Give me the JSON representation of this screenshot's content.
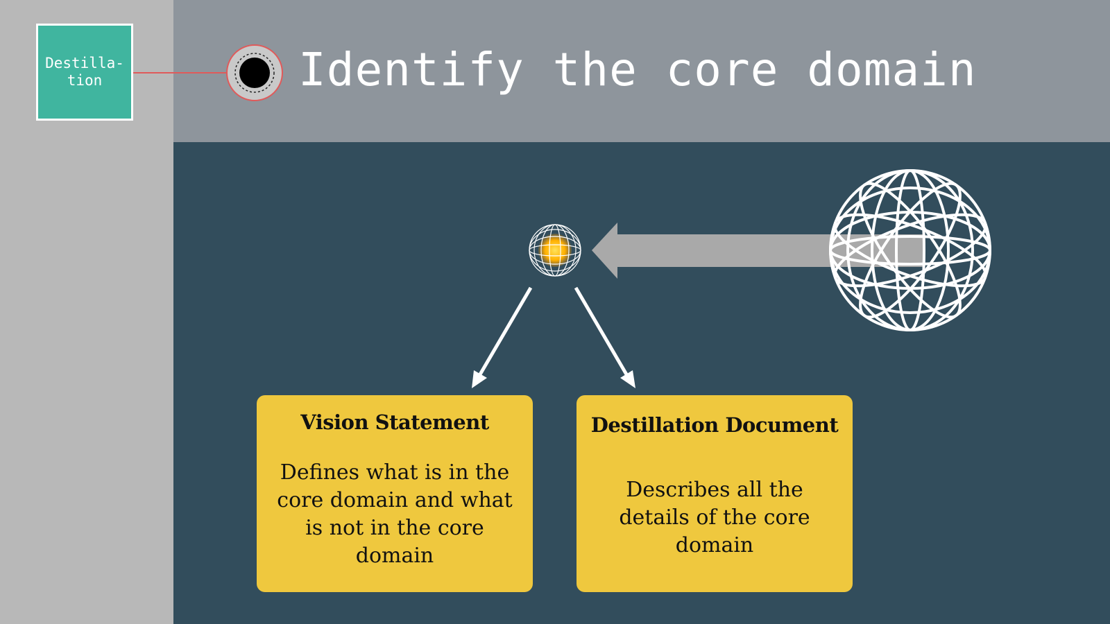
{
  "tag": {
    "label": "Destilla-\ntion"
  },
  "page_title": "Identify the core domain",
  "cards": {
    "vision": {
      "title": "Vision Statement",
      "body": "Defines what is in the core domain and what is not in the core domain"
    },
    "document": {
      "title": "Destillation Document",
      "body": "Describes all the details of the core domain"
    }
  },
  "colors": {
    "tag_bg": "#40b59f",
    "header_bg": "#8e959c",
    "main_bg": "#324d5c",
    "card_bg": "#efc83e",
    "core_glow": "#ffb000",
    "connector": "#e05a5a"
  },
  "icons": {
    "target": "target-icon",
    "large_globe": "wireframe-globe-icon",
    "small_globe": "core-globe-icon"
  }
}
